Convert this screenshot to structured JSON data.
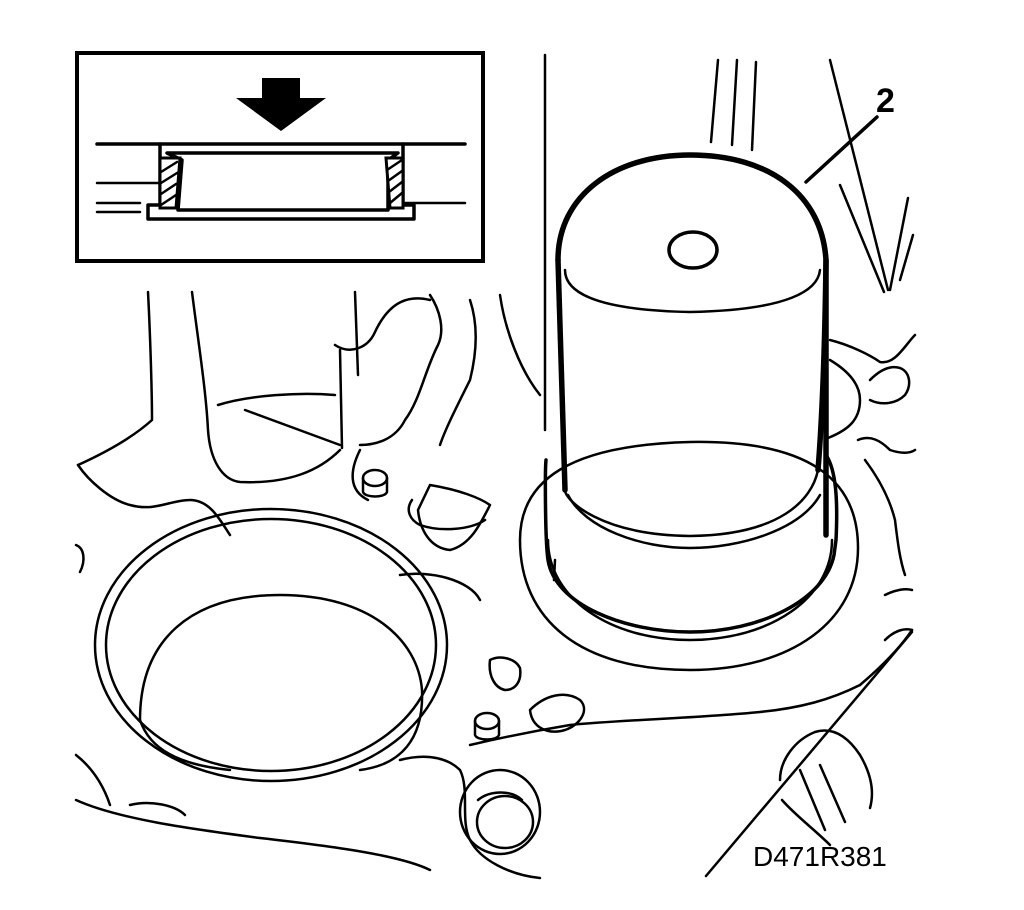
{
  "callouts": [
    {
      "id": "tool",
      "label": "2"
    }
  ],
  "figure_code": "D471R381",
  "colors": {
    "ink": "#000000",
    "paper": "#ffffff"
  },
  "icons": {
    "press_direction": "arrow-down-icon"
  }
}
